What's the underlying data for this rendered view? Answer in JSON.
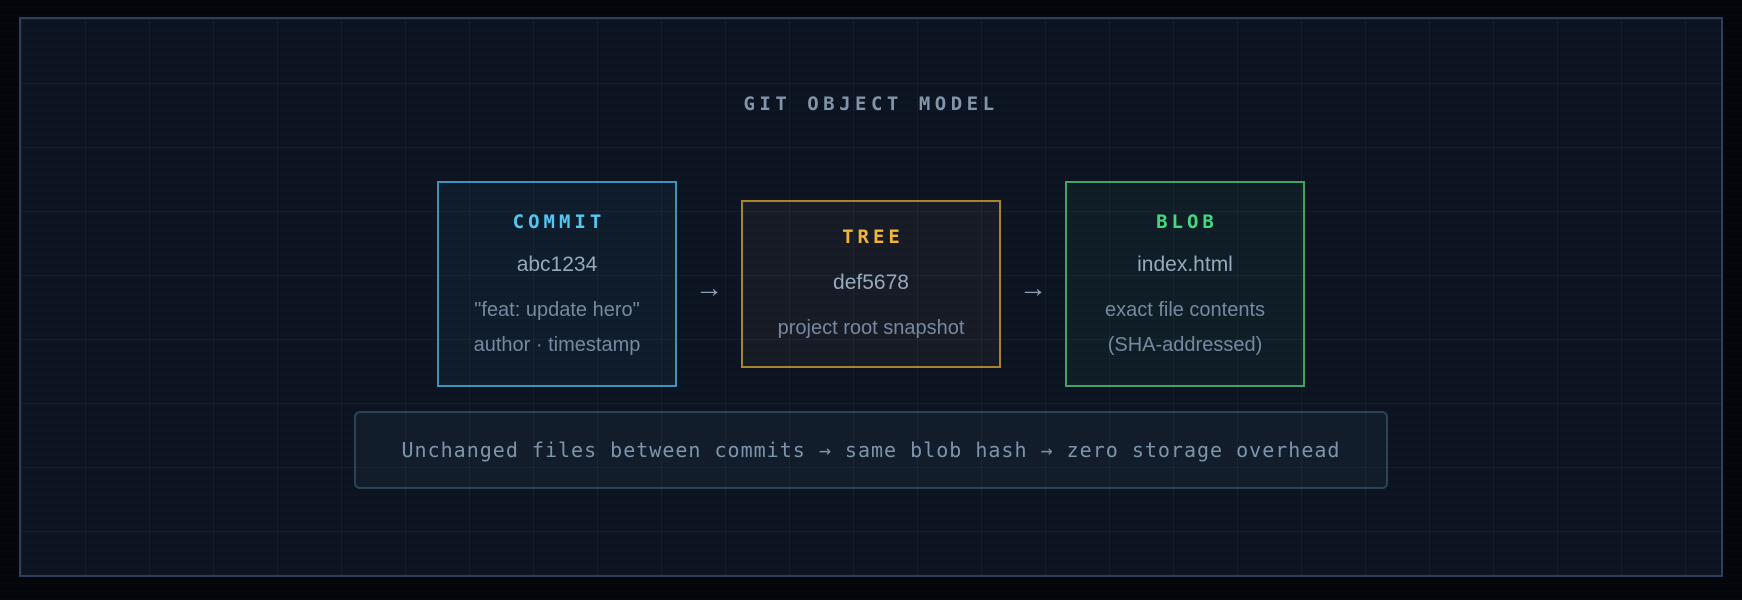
{
  "title": "GIT OBJECT MODEL",
  "arrow_glyph": "→",
  "nodes": [
    {
      "id": "commit",
      "label": "COMMIT",
      "primary": "abc1234",
      "lines": [
        "\"feat: update hero\"",
        "author · timestamp"
      ]
    },
    {
      "id": "tree",
      "label": "TREE",
      "primary": "def5678",
      "lines": [
        "project root snapshot"
      ]
    },
    {
      "id": "blob",
      "label": "BLOB",
      "primary": "index.html",
      "lines": [
        "exact file contents",
        "(SHA-addressed)"
      ]
    }
  ],
  "note": "Unchanged files between commits → same blob hash → zero storage overhead",
  "colors": {
    "page_bg": "#04060c",
    "panel_bg": "#0c1321",
    "panel_border": "#2d3f5a",
    "grid_line": "rgba(122,160,210,0.07)",
    "title_color": "#8094aa",
    "commit_accent": "#55c6f1",
    "commit_border": "#3e93b8",
    "commit_bg": "rgba(62,159,201,0.07)",
    "tree_accent": "#f0b63c",
    "tree_border": "#a8842f",
    "tree_bg": "rgba(215,185,115,0.055)",
    "blob_accent": "#42da7c",
    "blob_border": "#3fa465",
    "blob_bg": "rgba(80,215,140,0.055)",
    "arrow": "#8ba0b6",
    "text_bright": "#97a9bd",
    "text_muted": "#7689a0",
    "note_text": "#7d95ab",
    "note_border": "rgba(100,150,185,0.32)",
    "note_bg": "rgba(96,150,190,0.07)"
  }
}
